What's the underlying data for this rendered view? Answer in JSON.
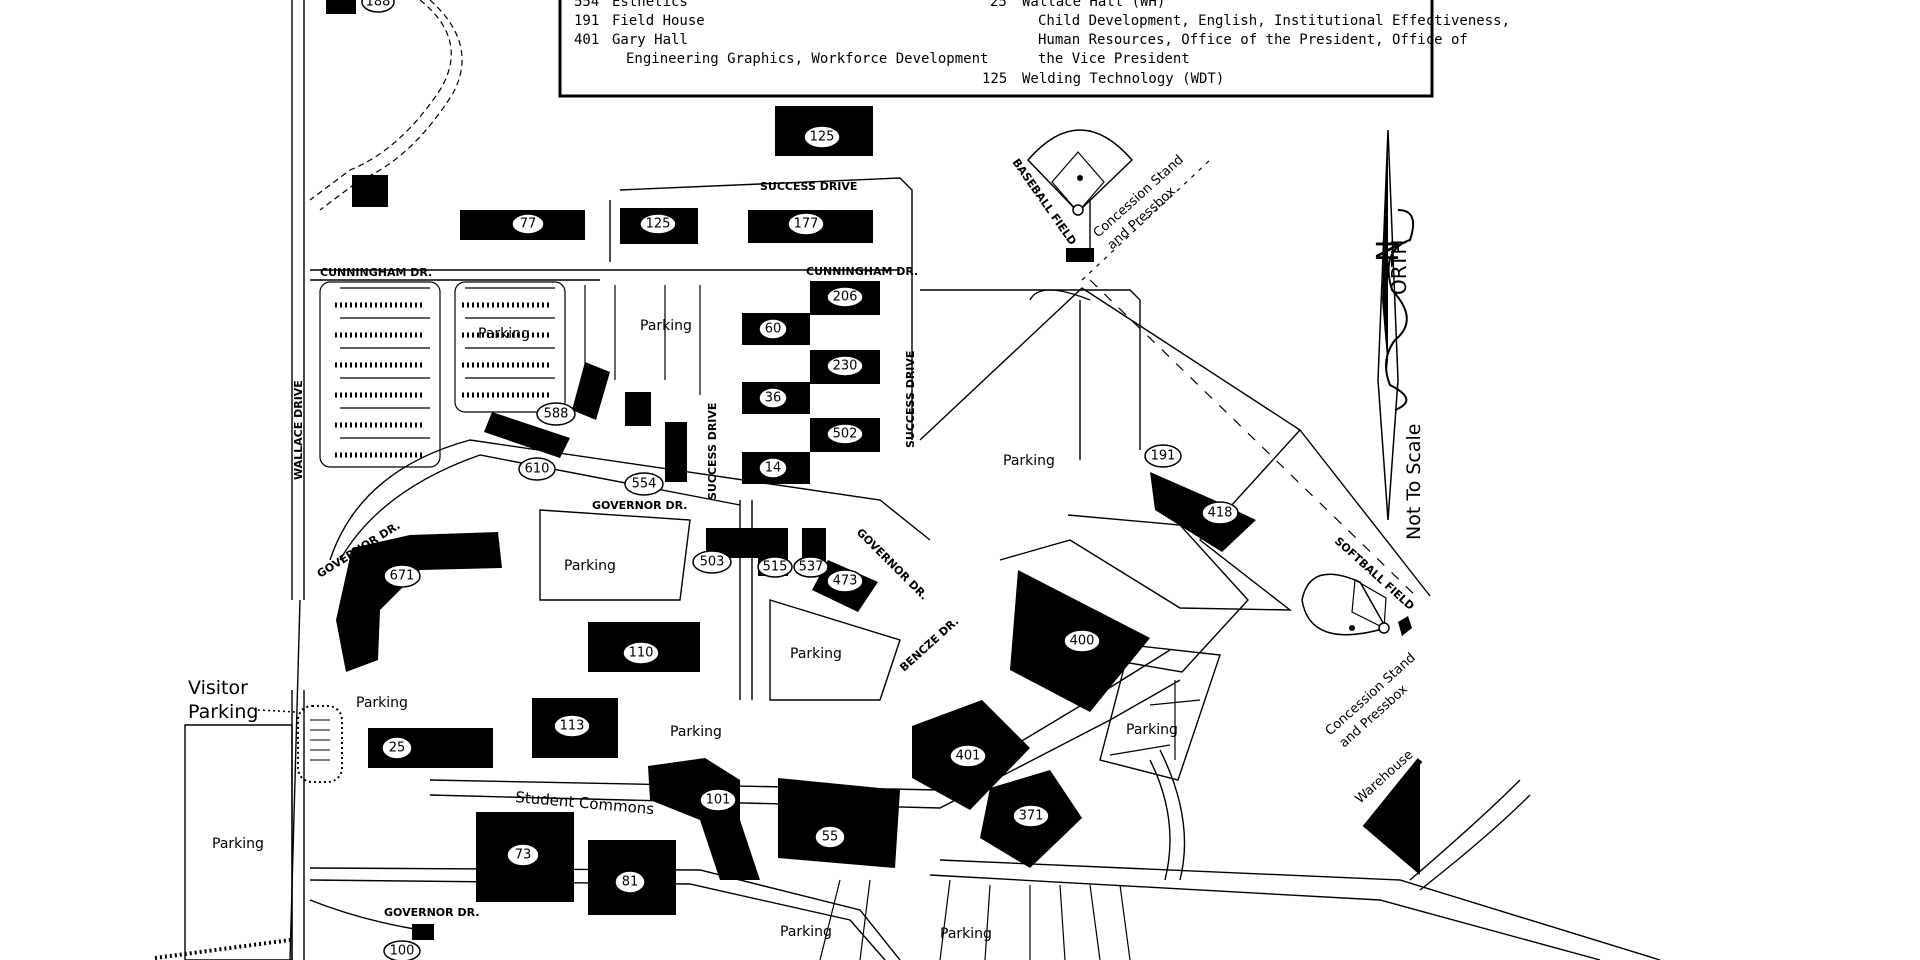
{
  "legend": {
    "lines": [
      {
        "num": "554",
        "name": "Esthetics"
      },
      {
        "num": "191",
        "name": "Field House"
      },
      {
        "num": "401",
        "name": "Gary Hall"
      },
      {
        "num": "",
        "name": "Engineering Graphics, Workforce Development"
      },
      {
        "num": "25",
        "name": "Wallace Hall (WH)"
      },
      {
        "num": "",
        "name": "Child Development, English, Institutional Effectiveness,"
      },
      {
        "num": "",
        "name": "Human Resources, Office of the President, Office of"
      },
      {
        "num": "",
        "name": "the Vice President"
      },
      {
        "num": "125",
        "name": "Welding Technology (WDT)"
      }
    ]
  },
  "buildings": {
    "b188": "188",
    "b125a": "125",
    "b77": "77",
    "b125b": "125",
    "b177": "177",
    "b206": "206",
    "b60": "60",
    "b230": "230",
    "b36": "36",
    "b502": "502",
    "b14": "14",
    "b588": "588",
    "b610": "610",
    "b554": "554",
    "b503": "503",
    "b515": "515",
    "b537": "537",
    "b473": "473",
    "b671": "671",
    "b110": "110",
    "b113": "113",
    "b25": "25",
    "b101": "101",
    "b73": "73",
    "b81": "81",
    "b55": "55",
    "b400": "400",
    "b401": "401",
    "b371": "371",
    "b191": "191",
    "b418": "418",
    "b100": "100"
  },
  "roads": {
    "success_drive_top": "SUCCESS DRIVE",
    "cunningham_left": "CUNNINGHAM DR.",
    "cunningham_right": "CUNNINGHAM DR.",
    "wallace_drive": "WALLACE DRIVE",
    "success_drive_mid": "SUCCESS DRIVE",
    "success_drive_right": "SUCCESS DRIVE",
    "governor_mid": "GOVERNOR DR.",
    "governor_left": "GOVERNOR DR.",
    "governor_right": "GOVERNOR DR.",
    "bencze": "BENCZE DR.",
    "governor_bottom": "GOVERNOR DR."
  },
  "areas": {
    "parking_1": "Parking",
    "parking_2": "Parking",
    "parking_3": "Parking",
    "parking_4": "Parking",
    "parking_5": "Parking",
    "parking_6": "Parking",
    "parking_7": "Parking",
    "parking_8": "Parking",
    "parking_9": "Parking",
    "parking_10": "Parking",
    "parking_11": "Parking",
    "visitor_line1": "Visitor",
    "visitor_line2": "Parking",
    "student_commons": "Student Commons",
    "baseball_field": "BASEBALL FIELD",
    "concession_top_1": "Concession Stand",
    "concession_top_2": "and Pressbox",
    "softball_field": "SOFTBALL FIELD",
    "concession_bottom_1": "Concession Stand",
    "concession_bottom_2": "and Pressbox",
    "warehouse": "Warehouse",
    "north": "ORTH",
    "north_n": "N",
    "not_to_scale": "Not To Scale"
  }
}
